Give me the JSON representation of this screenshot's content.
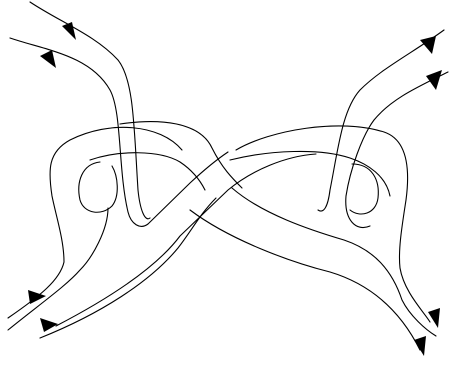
{
  "diagram": {
    "kind": "knot diagram",
    "stroke_color": "#000000",
    "background_color": "#ffffff",
    "arrowhead_count": 8,
    "arrowhead_icon": "filled-triangle-arrowhead"
  }
}
